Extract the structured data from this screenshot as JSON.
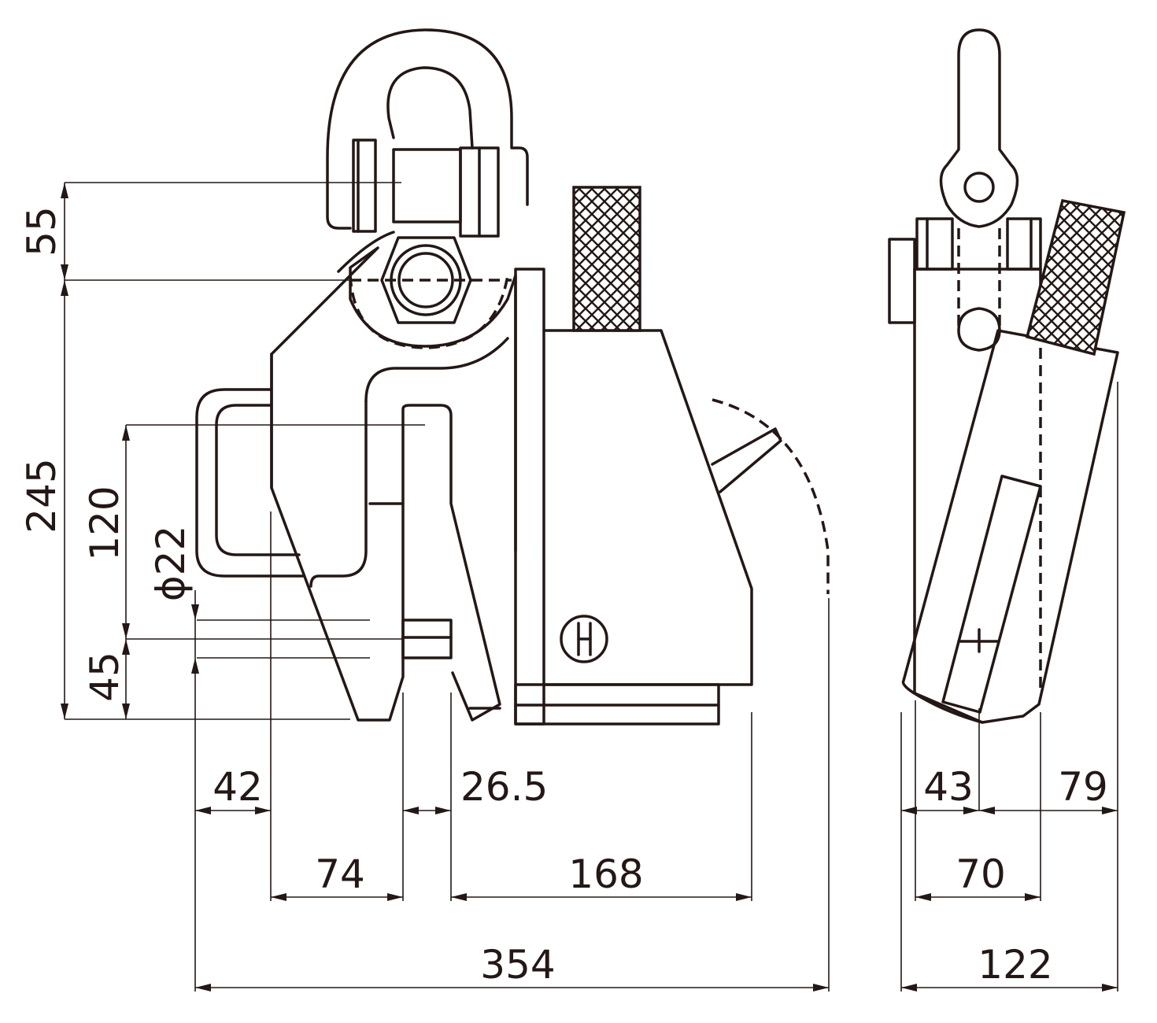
{
  "dimensions": {
    "vertical": [
      "55",
      "245",
      "120",
      "ϕ22",
      "45"
    ],
    "side_view": {
      "left": "43",
      "right": "79",
      "inner": "70",
      "total": "122"
    },
    "front_view": {
      "jaw_offset": "42",
      "gap": "26.5",
      "jaw_width": "74",
      "body_width": "168",
      "total": "354"
    }
  },
  "colors": {
    "line": "#231815",
    "background": "#ffffff"
  }
}
